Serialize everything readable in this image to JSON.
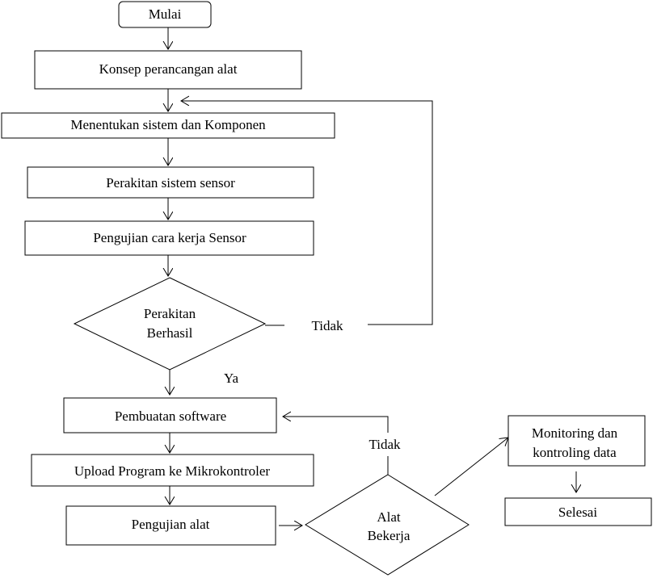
{
  "nodes": {
    "start": "Mulai",
    "concept": "Konsep perancangan alat",
    "determine": "Menentukan sistem dan Komponen",
    "assembly": "Perakitan sistem sensor",
    "sensor_test": "Pengujian cara kerja Sensor",
    "decision1_line1": "Perakitan",
    "decision1_line2": "Berhasil",
    "software": "Pembuatan software",
    "upload": "Upload Program ke Mikrokontroler",
    "tool_test": "Pengujian alat",
    "decision2_line1": "Alat",
    "decision2_line2": "Bekerja",
    "monitoring_line1": "Monitoring dan",
    "monitoring_line2": "kontroling data",
    "finish": "Selesai"
  },
  "edges": {
    "d1_no": "Tidak",
    "d1_yes": "Ya",
    "d2_no": "Tidak"
  }
}
